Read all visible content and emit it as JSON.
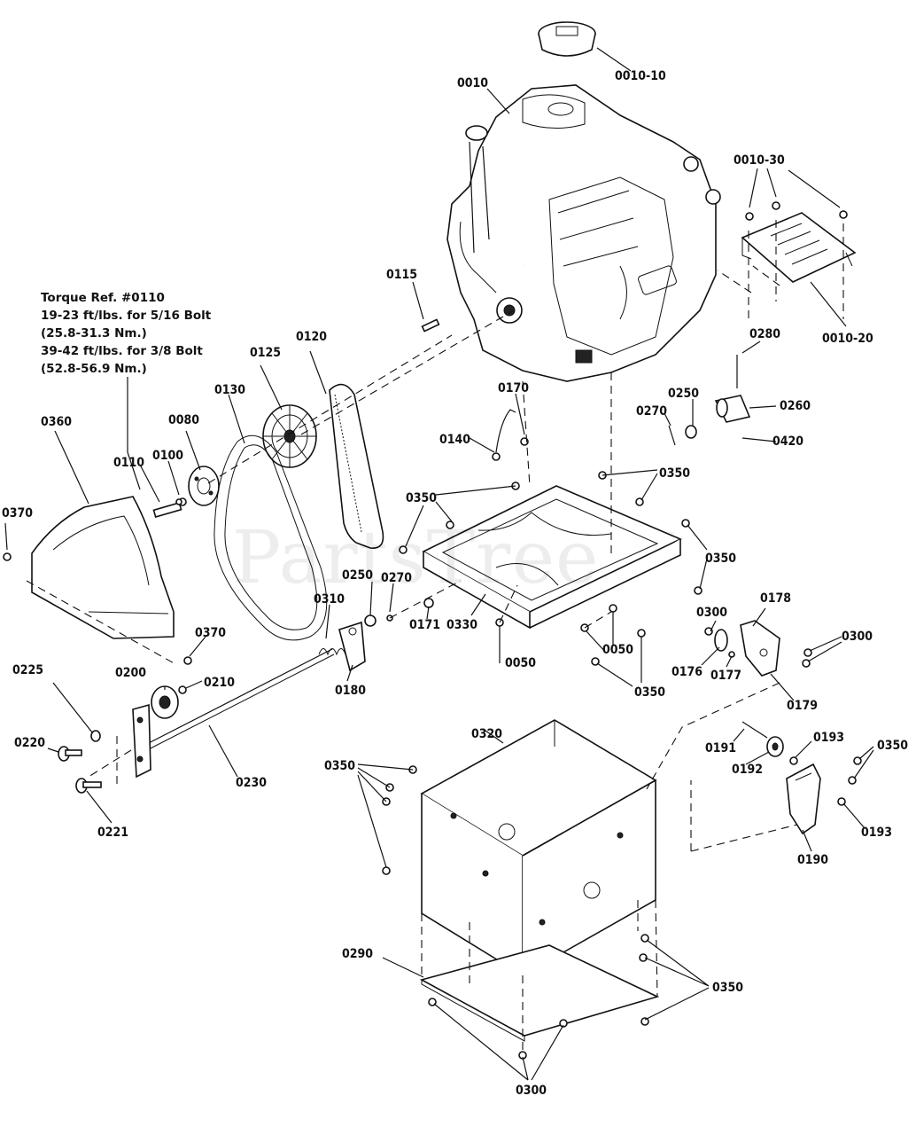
{
  "watermark": "PartsTree",
  "watermark_tm": "™",
  "torque_note": {
    "title": "Torque Ref. #0110",
    "line1": "19-23 ft/lbs. for 5/16 Bolt",
    "line2": "(25.8-31.3 Nm.)",
    "line3": "39-42 ft/lbs. for 3/8 Bolt",
    "line4": "(52.8-56.9 Nm.)"
  },
  "callouts": {
    "c0010_10": "0010-10",
    "c0010": "0010",
    "c0010_30": "0010-30",
    "c0010_20": "0010-20",
    "c0115": "0115",
    "c0280": "0280",
    "c0120": "0120",
    "c0125": "0125",
    "c0130": "0130",
    "c0080": "0080",
    "c0360": "0360",
    "c0110": "0110",
    "c0100": "0100",
    "c0370a": "0370",
    "c0370b": "0370",
    "c0170": "0170",
    "c0140": "0140",
    "c0250a": "0250",
    "c0270a": "0270",
    "c0260": "0260",
    "c0420": "0420",
    "c0350a": "0350",
    "c0350b": "0350",
    "c0350c": "0350",
    "c0350d": "0350",
    "c0350e": "0350",
    "c0350f": "0350",
    "c0350g": "0350",
    "c0250b": "0250",
    "c0270b": "0270",
    "c0310": "0310",
    "c0171": "0171",
    "c0330": "0330",
    "c0050a": "0050",
    "c0050b": "0050",
    "c0300a": "0300",
    "c0300b": "0300",
    "c0300c": "0300",
    "c0178": "0178",
    "c0176": "0176",
    "c0177": "0177",
    "c0179": "0179",
    "c0180": "0180",
    "c0225": "0225",
    "c0200": "0200",
    "c0210": "0210",
    "c0220": "0220",
    "c0221": "0221",
    "c0230": "0230",
    "c0320": "0320",
    "c0191": "0191",
    "c0192": "0192",
    "c0193a": "0193",
    "c0193b": "0193",
    "c0190": "0190",
    "c0290": "0290"
  }
}
